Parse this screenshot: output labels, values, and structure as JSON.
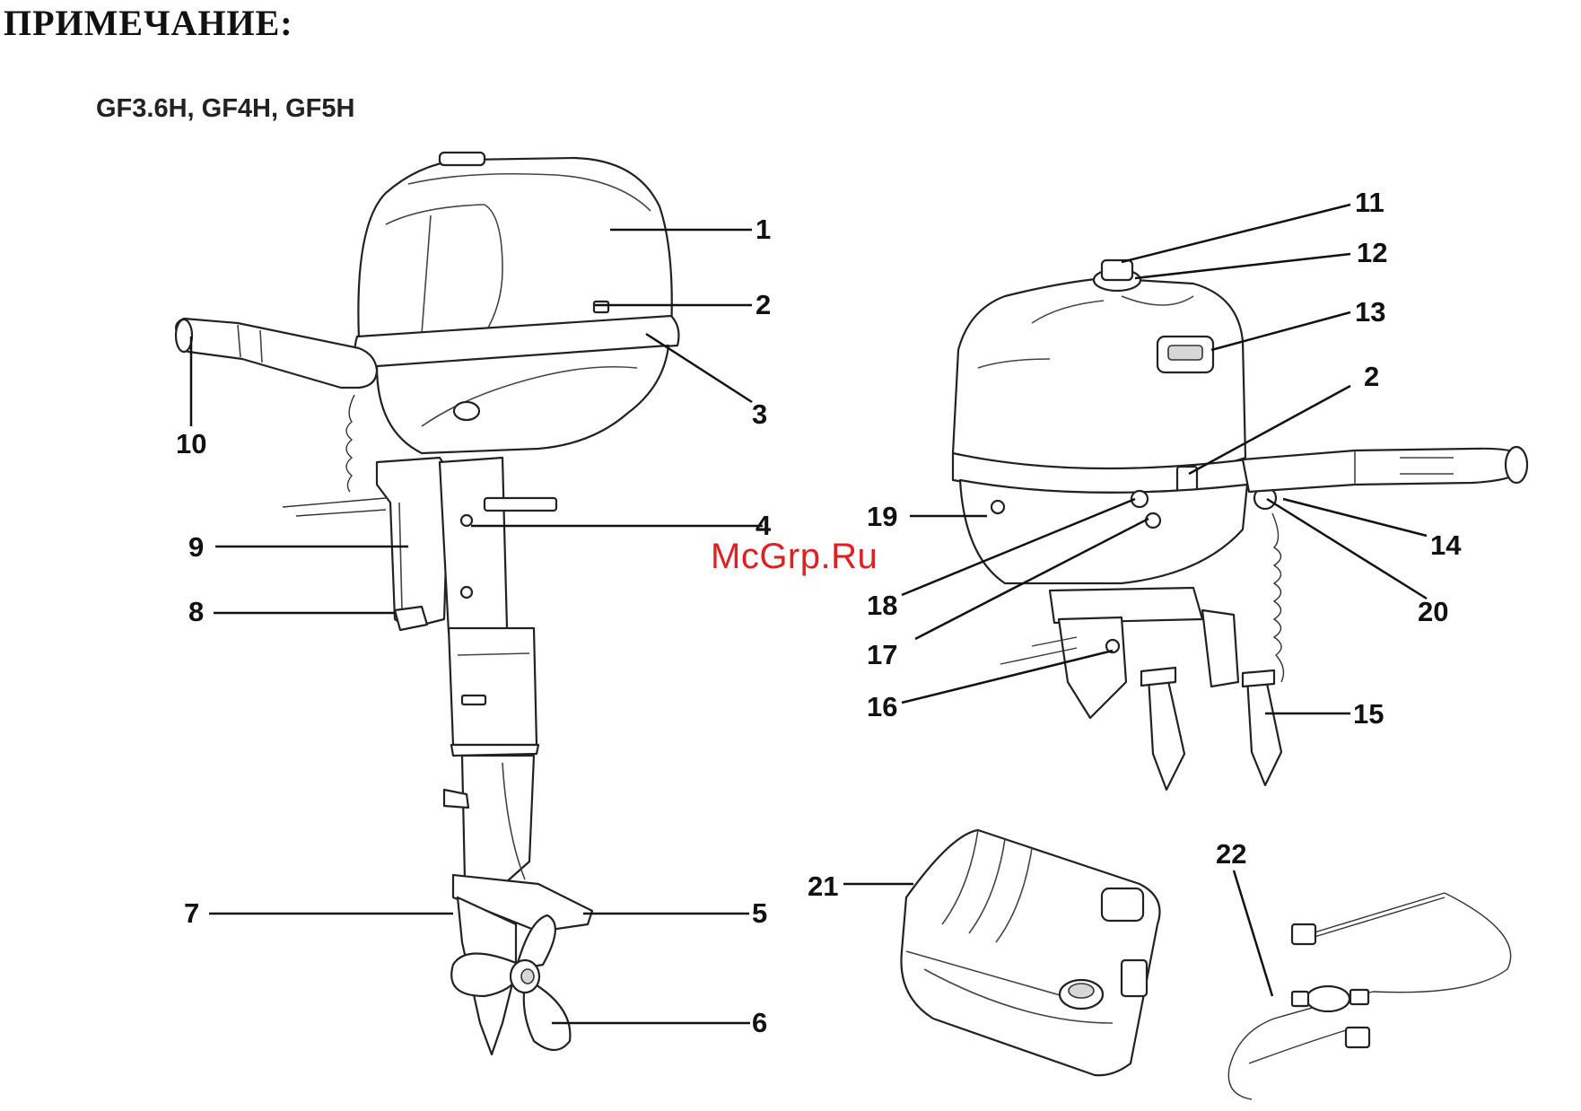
{
  "heading": "ПРИМЕЧАНИЕ:",
  "models": "GF3.6H, GF4H, GF5H",
  "watermark": "McGrp.Ru",
  "callouts": [
    {
      "id": "1",
      "label": "1"
    },
    {
      "id": "2",
      "label": "2"
    },
    {
      "id": "3",
      "label": "3"
    },
    {
      "id": "4",
      "label": "4"
    },
    {
      "id": "5",
      "label": "5"
    },
    {
      "id": "6",
      "label": "6"
    },
    {
      "id": "7",
      "label": "7"
    },
    {
      "id": "8",
      "label": "8"
    },
    {
      "id": "9",
      "label": "9"
    },
    {
      "id": "10",
      "label": "10"
    },
    {
      "id": "11",
      "label": "11"
    },
    {
      "id": "12",
      "label": "12"
    },
    {
      "id": "13",
      "label": "13"
    },
    {
      "id": "2b",
      "label": "2"
    },
    {
      "id": "14",
      "label": "14"
    },
    {
      "id": "15",
      "label": "15"
    },
    {
      "id": "16",
      "label": "16"
    },
    {
      "id": "17",
      "label": "17"
    },
    {
      "id": "18",
      "label": "18"
    },
    {
      "id": "19",
      "label": "19"
    },
    {
      "id": "20",
      "label": "20"
    },
    {
      "id": "21",
      "label": "21"
    },
    {
      "id": "22",
      "label": "22"
    }
  ]
}
